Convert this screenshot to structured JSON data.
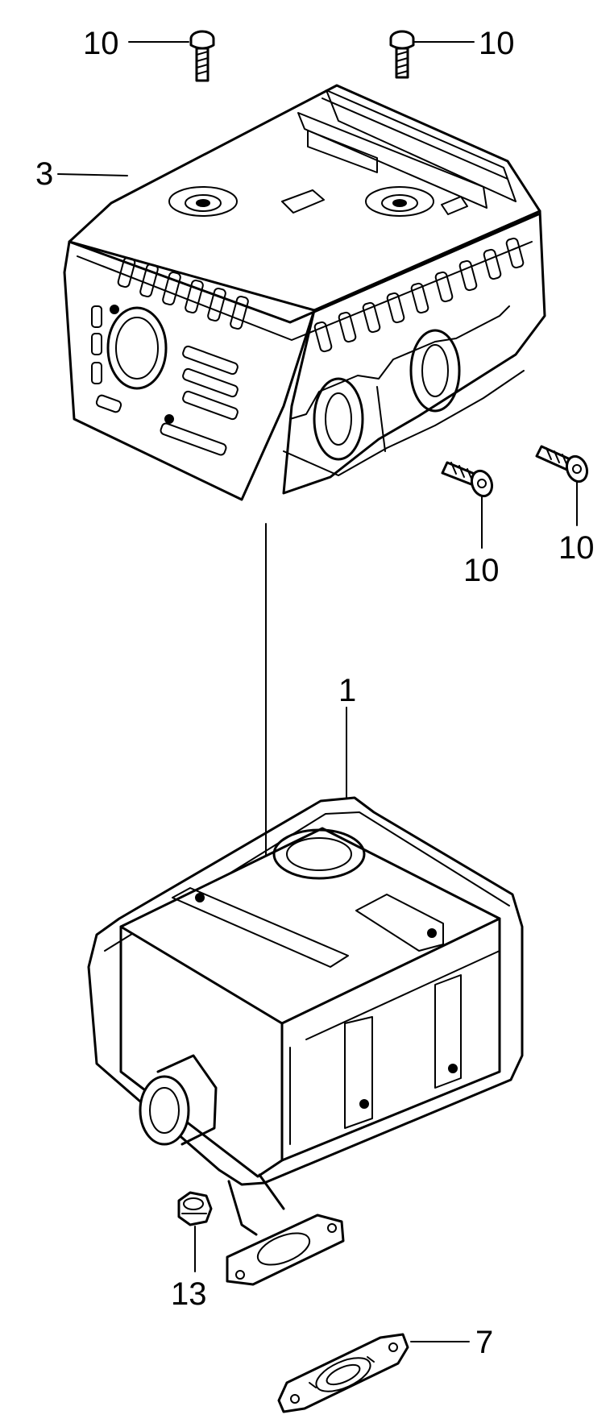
{
  "callouts": {
    "screw_top_left": "10",
    "screw_top_right": "10",
    "cover": "3",
    "screw_mid": "10",
    "screw_right": "10",
    "muffler": "1",
    "nut": "13",
    "gasket": "7"
  },
  "icons": [
    "flange-bolt-icon",
    "nut-icon",
    "gasket-icon",
    "muffler-protector-icon",
    "muffler-icon"
  ]
}
